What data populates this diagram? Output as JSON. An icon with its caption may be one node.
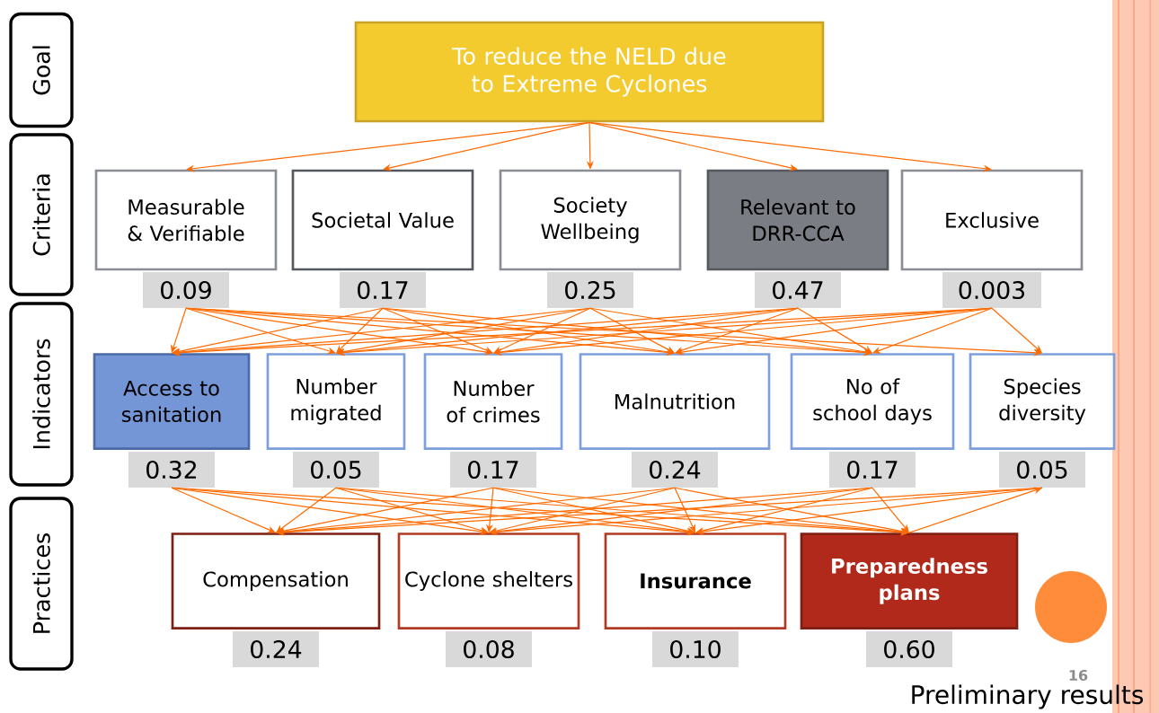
{
  "diagram": {
    "nodes": [
      {
        "text": [
          "To reduce the NELD due to Extreme Cyclones"
        ]
      },
      {
        "text": [
          "Measurable & Verifiable"
        ]
      },
      {
        "text": [
          "Societal Value"
        ]
      },
      {
        "text": [
          "Society Wellbeing"
        ]
      },
      {
        "text": [
          "Relevant to DRR-CCA"
        ]
      },
      {
        "text": [
          "Exclusive"
        ]
      },
      {
        "text": [
          "0.09"
        ]
      },
      {
        "text": [
          "0.17"
        ]
      },
      {
        "text": [
          "0.25"
        ]
      },
      {
        "text": [
          "0.47"
        ]
      },
      {
        "text": [
          "0.003"
        ]
      },
      {
        "text": [
          "Access to sanitation"
        ]
      },
      {
        "text": [
          "Number migrated"
        ]
      },
      {
        "text": [
          "Number of crimes"
        ]
      },
      {
        "text": [
          "Malnutrition"
        ]
      },
      {
        "text": [
          "No of school days"
        ]
      },
      {
        "text": [
          "Species diversity"
        ]
      },
      {
        "text": [
          "0.32"
        ]
      },
      {
        "text": [
          "0.05"
        ]
      },
      {
        "text": [
          "0.17"
        ]
      },
      {
        "text": [
          "0.24"
        ]
      },
      {
        "text": [
          "0.17"
        ]
      },
      {
        "text": [
          "0.05"
        ]
      },
      {
        "text": [
          "Compensation"
        ]
      },
      {
        "text": [
          "Cyclone shelters"
        ]
      },
      {
        "text": [
          "Insurance"
        ]
      },
      {
        "text": [
          "Preparedness plans"
        ]
      },
      {
        "text": [
          "0.24"
        ]
      },
      {
        "text": [
          "0.08"
        ]
      },
      {
        "text": [
          "0.10"
        ]
      },
      {
        "text": [
          "0.60"
        ]
      },
      {
        "text": [
          "Goal"
        ]
      },
      {
        "text": [
          "Criteria"
        ]
      },
      {
        "text": [
          "Indicators"
        ]
      },
      {
        "text": [
          "Practices"
        ]
      }
    ],
    "edges": [
      {
        "from": 0,
        "to": 1,
        "arrow": "to"
      },
      {
        "from": 0,
        "to": 2,
        "arrow": "to"
      },
      {
        "from": 0,
        "to": 3,
        "arrow": "to"
      },
      {
        "from": 0,
        "to": 4,
        "arrow": "to"
      },
      {
        "from": 0,
        "to": 5,
        "arrow": "to"
      },
      {
        "from": 6,
        "to": 11,
        "arrow": "to"
      },
      {
        "from": 6,
        "to": 12,
        "arrow": "to"
      },
      {
        "from": 6,
        "to": 13,
        "arrow": "to"
      },
      {
        "from": 6,
        "to": 14,
        "arrow": "to"
      },
      {
        "from": 6,
        "to": 15,
        "arrow": "to"
      },
      {
        "from": 6,
        "to": 16,
        "arrow": "to"
      },
      {
        "from": 7,
        "to": 11,
        "arrow": "to"
      },
      {
        "from": 7,
        "to": 12,
        "arrow": "to"
      },
      {
        "from": 7,
        "to": 13,
        "arrow": "to"
      },
      {
        "from": 7,
        "to": 14,
        "arrow": "to"
      },
      {
        "from": 7,
        "to": 15,
        "arrow": "to"
      },
      {
        "from": 8,
        "to": 11,
        "arrow": "to"
      },
      {
        "from": 8,
        "to": 12,
        "arrow": "to"
      },
      {
        "from": 8,
        "to": 13,
        "arrow": "to"
      },
      {
        "from": 8,
        "to": 14,
        "arrow": "to"
      },
      {
        "from": 8,
        "to": 15,
        "arrow": "to"
      },
      {
        "from": 9,
        "to": 11,
        "arrow": "to"
      },
      {
        "from": 9,
        "to": 12,
        "arrow": "to"
      },
      {
        "from": 9,
        "to": 13,
        "arrow": "to"
      },
      {
        "from": 9,
        "to": 14,
        "arrow": "to"
      },
      {
        "from": 9,
        "to": 15,
        "arrow": "to"
      },
      {
        "from": 10,
        "to": 11,
        "arrow": "to"
      },
      {
        "from": 10,
        "to": 12,
        "arrow": "to"
      },
      {
        "from": 10,
        "to": 13,
        "arrow": "to"
      },
      {
        "from": 10,
        "to": 14,
        "arrow": "to"
      },
      {
        "from": 10,
        "to": 15,
        "arrow": "to"
      },
      {
        "from": 10,
        "to": 16,
        "arrow": "to"
      },
      {
        "from": 17,
        "to": 23,
        "arrow": "to"
      },
      {
        "from": 17,
        "to": 24,
        "arrow": "to"
      },
      {
        "from": 17,
        "to": 25,
        "arrow": "to"
      },
      {
        "from": 17,
        "to": 26,
        "arrow": "to"
      },
      {
        "from": 18,
        "to": 23,
        "arrow": "to"
      },
      {
        "from": 18,
        "to": 24,
        "arrow": "to"
      },
      {
        "from": 18,
        "to": 25,
        "arrow": "to"
      },
      {
        "from": 18,
        "to": 26,
        "arrow": "to"
      },
      {
        "from": 19,
        "to": 23,
        "arrow": "to"
      },
      {
        "from": 19,
        "to": 24,
        "arrow": "to"
      },
      {
        "from": 19,
        "to": 25,
        "arrow": "to"
      },
      {
        "from": 19,
        "to": 26,
        "arrow": "to"
      },
      {
        "from": 20,
        "to": 23,
        "arrow": "to"
      },
      {
        "from": 20,
        "to": 24,
        "arrow": "to"
      },
      {
        "from": 20,
        "to": 25,
        "arrow": "to"
      },
      {
        "from": 20,
        "to": 26,
        "arrow": "to"
      },
      {
        "from": 21,
        "to": 23,
        "arrow": "to"
      },
      {
        "from": 21,
        "to": 24,
        "arrow": "to"
      },
      {
        "from": 21,
        "to": 25,
        "arrow": "to"
      },
      {
        "from": 21,
        "to": 26,
        "arrow": "to"
      },
      {
        "from": 22,
        "to": 23,
        "arrow": "to"
      },
      {
        "from": 22,
        "to": 24,
        "arrow": "to"
      },
      {
        "from": 22,
        "to": 25,
        "arrow": "to"
      },
      {
        "from": 26,
        "to": 22,
        "arrow": "to"
      }
    ],
    "labels": [
      "16",
      "Preliminary results"
    ]
  }
}
